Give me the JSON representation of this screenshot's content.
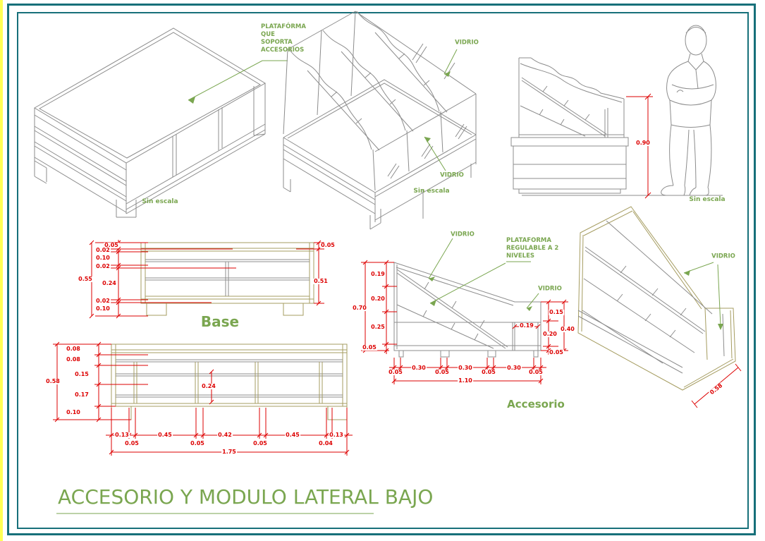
{
  "title": {
    "text": "ACCESORIO Y MODULO LATERAL BAJO"
  },
  "colors": {
    "annotation_green": "#7aa650",
    "dimension_red": "#dd0000",
    "line_gray": "#8c8c8c",
    "line_olive": "#a59c60",
    "border_teal": "#17707a",
    "edge_yellow": "#ffff55"
  },
  "iso_base": {
    "annotation": "PLATAFÓRMA\nQUE\nSOPORTA\nACCESORIOS",
    "scale_note": "Sin escala"
  },
  "iso_display": {
    "vidrio_top": "VIDRIO",
    "vidrio_front": "VIDRIO",
    "scale_note": "Sin escala"
  },
  "side_elevation": {
    "height_dim": "0.90",
    "scale_note": "Sin escala"
  },
  "base_view": {
    "label": "Base",
    "left_dims": [
      "0.05",
      "0.02",
      "0.10",
      "0.02",
      "0.24",
      "0.02",
      "0.10"
    ],
    "left_total": "0.55",
    "right_dims": [
      "0.05",
      "0.51"
    ]
  },
  "front_view": {
    "left_dims": [
      "0.08",
      "0.08",
      "0.15",
      "0.17",
      "0.10"
    ],
    "left_total": "0.58",
    "center_dim": "0.24",
    "width_dims": [
      "0.13",
      "0.45",
      "0.42",
      "0.45",
      "0.13"
    ],
    "gap_dims": [
      "0.05",
      "0.05",
      "0.05",
      "0.04"
    ],
    "width_total": "1.75"
  },
  "accessory_section": {
    "label": "Accesorio",
    "vidrio_top": "VIDRIO",
    "plataforma_note": "PLATAFORMA\nREGULABLE A 2\nNIVELES",
    "vidrio_right": "VIDRIO",
    "left_dims": [
      "0.19",
      "0.20",
      "0.25",
      "0.05"
    ],
    "left_total": "0.70",
    "right_dims": [
      "0.15",
      "0.20",
      "0.05"
    ],
    "right_total": "0.40",
    "inner_dim": "0.19",
    "bottom_dims": [
      "0.05",
      "0.30",
      "0.05",
      "0.30",
      "0.05",
      "0.30",
      "0.05"
    ],
    "bottom_total": "1.10"
  },
  "iso_accessory": {
    "vidrio": "VIDRIO",
    "depth_dim": "0.58"
  }
}
